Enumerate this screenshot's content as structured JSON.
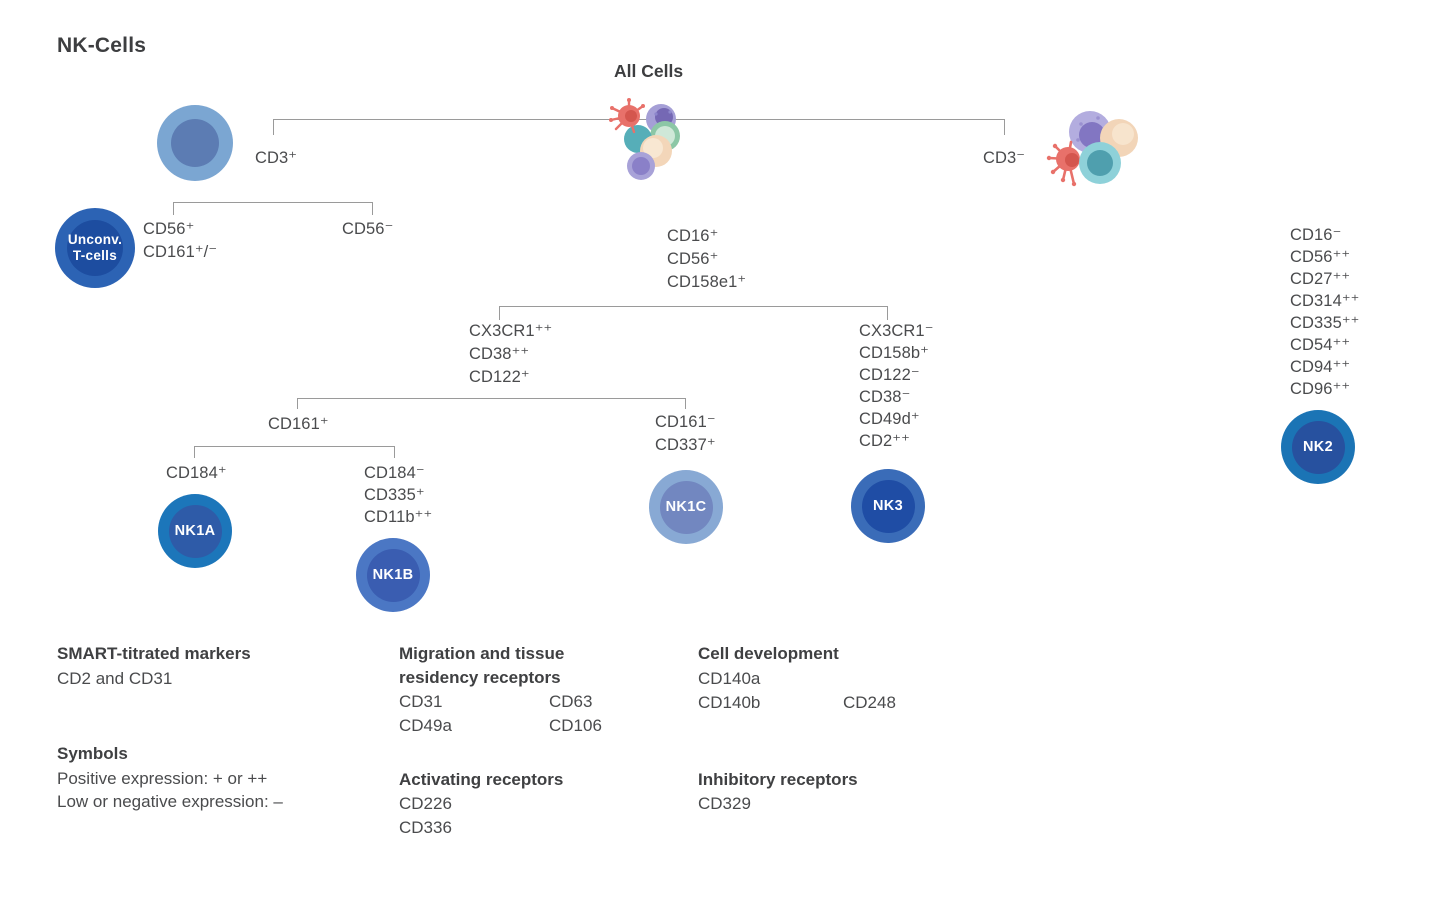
{
  "title": "NK-Cells",
  "tree": {
    "root": "All Cells",
    "cd3pos": "CD3⁺",
    "cd3neg": "CD3⁻",
    "cd56pos": "CD56⁺\nCD161⁺/⁻",
    "cd56neg": "CD56⁻",
    "cd16pos": "CD16⁺\nCD56⁺\nCD158e1⁺",
    "cd16neg": "CD16⁻\nCD56⁺⁺\nCD27⁺⁺\nCD314⁺⁺\nCD335⁺⁺\nCD54⁺⁺\nCD94⁺⁺\nCD96⁺⁺",
    "cx3cr1pos": "CX3CR1⁺⁺\nCD38⁺⁺\nCD122⁺",
    "cx3cr1neg": "CX3CR1⁻\nCD158b⁺\nCD122⁻\nCD38⁻\nCD49d⁺\nCD2⁺⁺",
    "cd161pos": "CD161⁺",
    "cd161neg": "CD161⁻\nCD337⁺",
    "cd184pos": "CD184⁺",
    "cd184neg": "CD184⁻\nCD335⁺\nCD11b⁺⁺"
  },
  "nodes": {
    "unconv": "Unconv.\nT-cells",
    "nk1a": "NK1A",
    "nk1b": "NK1B",
    "nk1c": "NK1C",
    "nk2": "NK2",
    "nk3": "NK3"
  },
  "legend": {
    "smart_title": "SMART-titrated markers",
    "smart_body": "CD2 and CD31",
    "symbols_title": "Symbols",
    "symbols_line1": "Positive expression: + or ++",
    "symbols_line2": "Low or negative expression: –",
    "migration_title": "Migration and tissue\nresidency receptors",
    "migration_col1": "CD31\nCD49a",
    "migration_col2": "CD63\nCD106",
    "activating_title": "Activating receptors",
    "activating_body": "CD226\nCD336",
    "celldev_title": "Cell development",
    "celldev_col1": "CD140a\nCD140b",
    "celldev_col2": "CD248",
    "inhibitory_title": "Inhibitory receptors",
    "inhibitory_body": "CD329"
  },
  "colors": {
    "line": "#9a9a9a",
    "text": "#4a4b4d",
    "node_text": "#ffffff",
    "parent_cell_outer": "#7ba6d2",
    "parent_cell_inner": "#5c7cb3",
    "unconv_outer": "#2c63b4",
    "unconv_inner": "#1d4da0",
    "nk1a_outer": "#1c76ba",
    "nk1a_inner": "#2e5ba8",
    "nk1b_outer": "#4b77c4",
    "nk1b_inner": "#3a5db1",
    "nk1c_outer": "#88a9d4",
    "nk1c_inner": "#7287c0",
    "nk2_outer": "#1b74b5",
    "nk2_inner": "#27519f",
    "nk3_outer": "#3a6cb8",
    "nk3_inner": "#1f4da5"
  }
}
